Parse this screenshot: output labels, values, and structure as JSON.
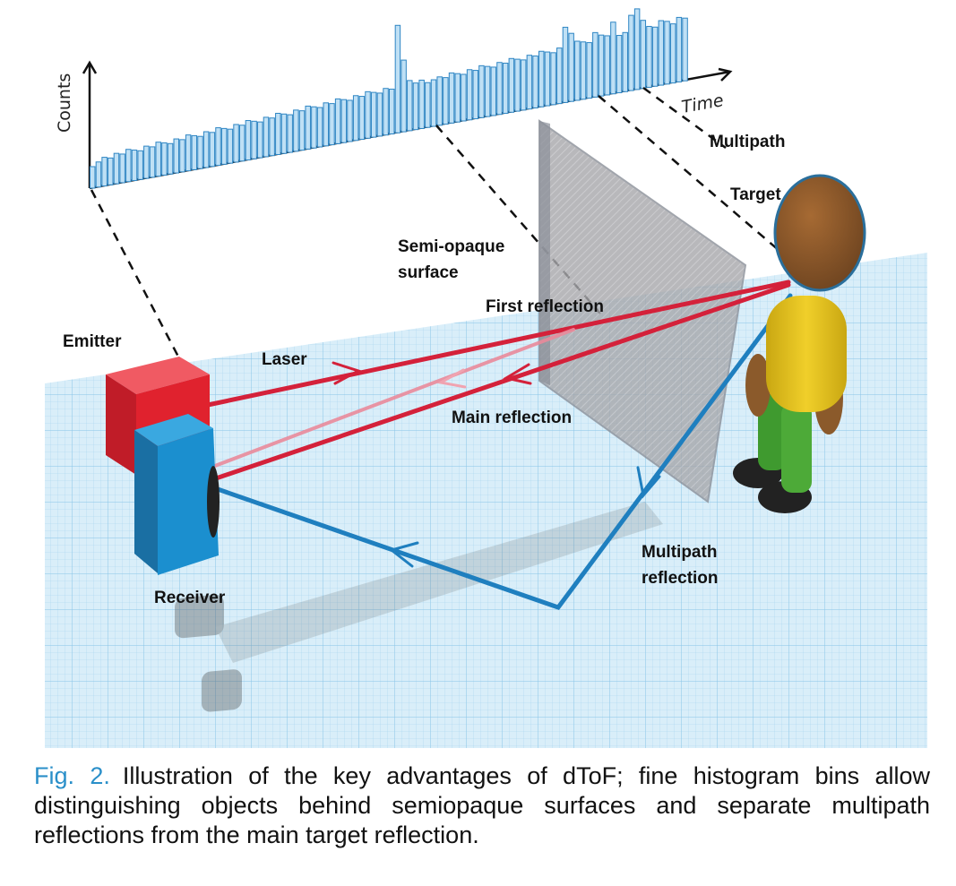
{
  "figure": {
    "labels": {
      "counts": "Counts",
      "time": "Time",
      "multipath": "Multipath",
      "target": "Target",
      "semi_opaque_line1": "Semi-opaque",
      "semi_opaque_line2": "surface",
      "first_reflection": "First reflection",
      "emitter": "Emitter",
      "laser": "Laser",
      "main_reflection": "Main reflection",
      "multipath_reflection_line1": "Multipath",
      "multipath_reflection_line2": "reflection",
      "receiver": "Receiver"
    },
    "colors": {
      "laser_red": "#d4213a",
      "multipath_blue": "#1f7fbf",
      "histogram_bar": "#bfe0f5",
      "histogram_edge": "#2f86c4",
      "grid_floor": "#c9e6f7",
      "emitter": "#e0222e",
      "receiver": "#1b8fcf",
      "head": "#8b5a2b",
      "shirt": "#e8c21c",
      "pants": "#3f9a2f",
      "caption_label": "#2a8fc9"
    },
    "histogram": {
      "description_counts": [
        12,
        14,
        16,
        15,
        17,
        16,
        18,
        17,
        16,
        18,
        17,
        19,
        18,
        17,
        19,
        18,
        20,
        19,
        18,
        20,
        19,
        21,
        20,
        19,
        21,
        20,
        22,
        21,
        20,
        22,
        21,
        23,
        22,
        21,
        23,
        22,
        24,
        23,
        22,
        24,
        23,
        25,
        24,
        23,
        25,
        24,
        26,
        25,
        24,
        26,
        25,
        60,
        40,
        28,
        26,
        27,
        25,
        26,
        27,
        26,
        28,
        27,
        26,
        28,
        27,
        29,
        28,
        27,
        29,
        28,
        30,
        29,
        28,
        30,
        29,
        31,
        30,
        29,
        31,
        42,
        38,
        33,
        32,
        31,
        36,
        34,
        33,
        40,
        32,
        33,
        42,
        45,
        38,
        34,
        33,
        36,
        35,
        33,
        36,
        35
      ]
    }
  },
  "caption": {
    "label": "Fig. 2.",
    "text": "Illustration of the key advantages of dToF; fine histogram bins allow distinguishing objects behind semiopaque surfaces and separate multipath reflections from the main target reflection."
  }
}
